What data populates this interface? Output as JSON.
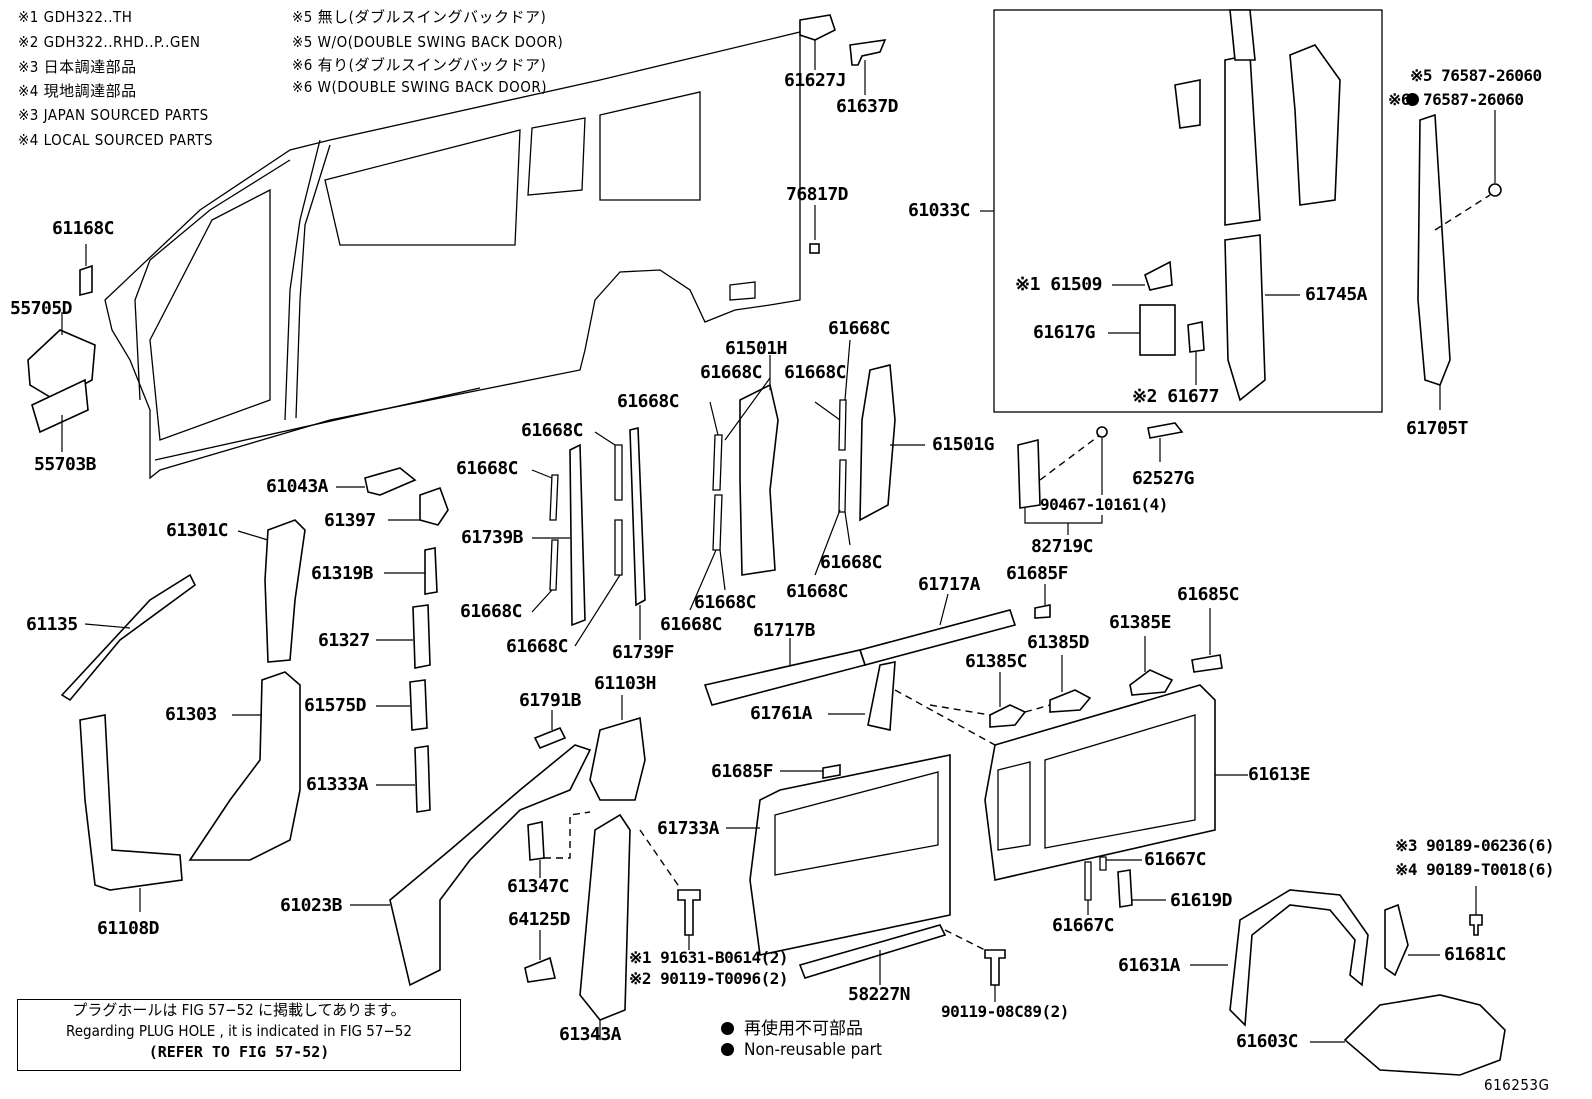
{
  "notes": [
    "※1 GDH322..TH",
    "※2 GDH322..RHD..P..GEN",
    "※3 日本調達部品",
    "※4 現地調達部品",
    "※3 JAPAN SOURCED PARTS",
    "※4 LOCAL SOURCED PARTS",
    "※5 無し(ダブルスイングバックドア)",
    "※5 W/O(DOUBLE SWING BACK DOOR)",
    "※6 有り(ダブルスイングバックドア)",
    "※6 W(DOUBLE SWING BACK DOOR)"
  ],
  "labels": {
    "p61627J": "61627J",
    "p61637D": "61637D",
    "p76817D": "76817D",
    "p61168C": "61168C",
    "p55705D": "55705D",
    "p55703B": "55703B",
    "p61033C": "61033C",
    "p61509": "※1 61509",
    "p61617G": "61617G",
    "p61677": "※2 61677",
    "p61745A": "61745A",
    "p76587a": "※5 76587-26060",
    "p76587b": "※6",
    "p76587c": "76587-26060",
    "p61705T": "61705T",
    "p61668C_1": "61668C",
    "p61501H": "61501H",
    "p61668C_2": "61668C",
    "p61668C_3": "61668C",
    "p61668C_4": "61668C",
    "p61668C_5": "61668C",
    "p61668C_6": "61668C",
    "p61501G": "61501G",
    "p62527G": "62527G",
    "p90467": "90467-10161(4)",
    "p82719C": "82719C",
    "p61043A": "61043A",
    "p61397": "61397",
    "p61301C": "61301C",
    "p61319B": "61319B",
    "p61739B": "61739B",
    "p61668C_7": "61668C",
    "p61668C_8": "61668C",
    "p61668C_9": "61668C",
    "p61668C_10": "61668C",
    "p61668C_11": "61668C",
    "p61739F": "61739F",
    "p61135": "61135",
    "p61327": "61327",
    "p61717A": "61717A",
    "p61685F_1": "61685F",
    "p61685C": "61685C",
    "p61717B": "61717B",
    "p61385E": "61385E",
    "p61385D": "61385D",
    "p61385C": "61385C",
    "p61303": "61303",
    "p61575D": "61575D",
    "p61791B": "61791B",
    "p61103H": "61103H",
    "p61761A": "61761A",
    "p61333A": "61333A",
    "p61685F_2": "61685F",
    "p61613E": "61613E",
    "p61733A": "61733A",
    "p61347C": "61347C",
    "p61667C_1": "61667C",
    "p90189a": "※3 90189-06236(6)",
    "p90189b": "※4 90189-T0018(6)",
    "p61108D": "61108D",
    "p61023B": "61023B",
    "p64125D": "64125D",
    "p61619D": "61619D",
    "p61667C_2": "61667C",
    "p61681C": "61681C",
    "p91631": "※1 91631-B0614(2)",
    "p90119a": "※2 90119-T0096(2)",
    "p58227N": "58227N",
    "p61631A": "61631A",
    "p90119b": "90119-08C89(2)",
    "p61343A": "61343A",
    "p61603C": "61603C"
  },
  "notice": {
    "line1": "プラグホールは FIG 57−52 に掲載してあります。",
    "line2": "Regarding PLUG HOLE , it is indicated in FIG 57−52",
    "line3": "(REFER TO FIG 57-52)"
  },
  "legend": {
    "jp": "再使用不可部品",
    "en": "Non-reusable part",
    "dot_color": "#000000"
  },
  "figure_id": "616253G"
}
